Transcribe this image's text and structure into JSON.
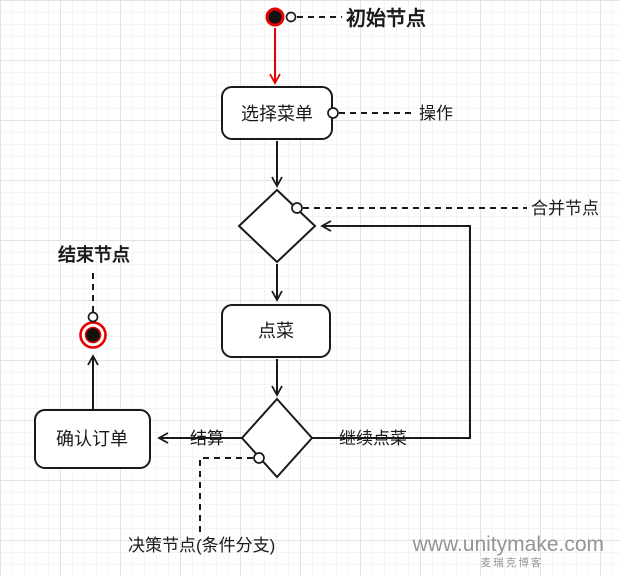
{
  "diagram": {
    "type": "uml-activity-flowchart",
    "colors": {
      "line": "#1a1a1a",
      "accent_red": "#e60000",
      "watermark_gray": "#949494"
    },
    "nodes": {
      "initial": {
        "label": "初始节点"
      },
      "select_menu": {
        "label": "选择菜单"
      },
      "order_dish": {
        "label": "点菜"
      },
      "confirm_order": {
        "label": "确认订单"
      },
      "end": {
        "label": "结束节点"
      }
    },
    "annotations": {
      "operation": {
        "label": "操作"
      },
      "merge_node": {
        "label": "合并节点"
      },
      "decision_node": {
        "label": "决策节点(条件分支)"
      }
    },
    "edge_labels": {
      "checkout": {
        "label": "结算"
      },
      "continue_order": {
        "label": "继续点菜"
      }
    }
  },
  "watermark": {
    "site": "www.unitymake.com",
    "brand": "麦瑞克博客"
  }
}
